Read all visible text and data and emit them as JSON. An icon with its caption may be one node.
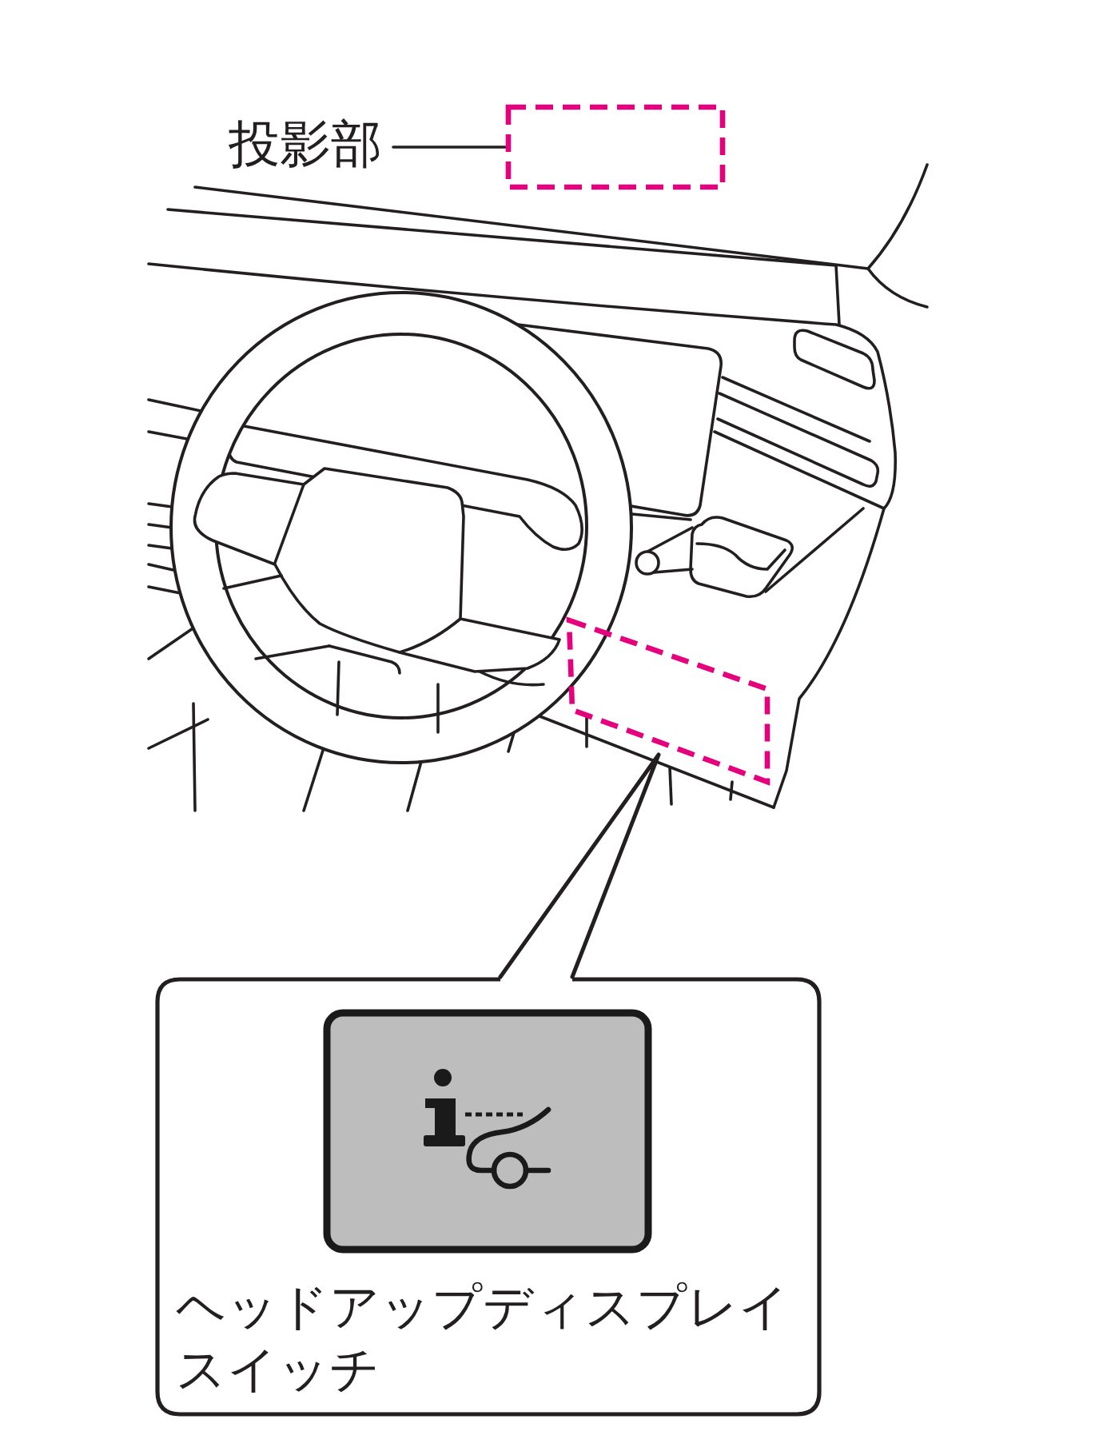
{
  "diagram": {
    "nodes": [
      {
        "text": [
          "投影部"
        ]
      },
      {
        "text": [],
        "shape": "box"
      },
      {
        "text": [],
        "shape": "box"
      },
      {
        "text": [
          "ヘッドアップディスプレイスイッチ"
        ]
      }
    ],
    "edges": [
      {
        "from": 0,
        "to": 1,
        "arrow": "none"
      },
      {
        "from": 3,
        "to": 2,
        "arrow": "none"
      }
    ]
  }
}
